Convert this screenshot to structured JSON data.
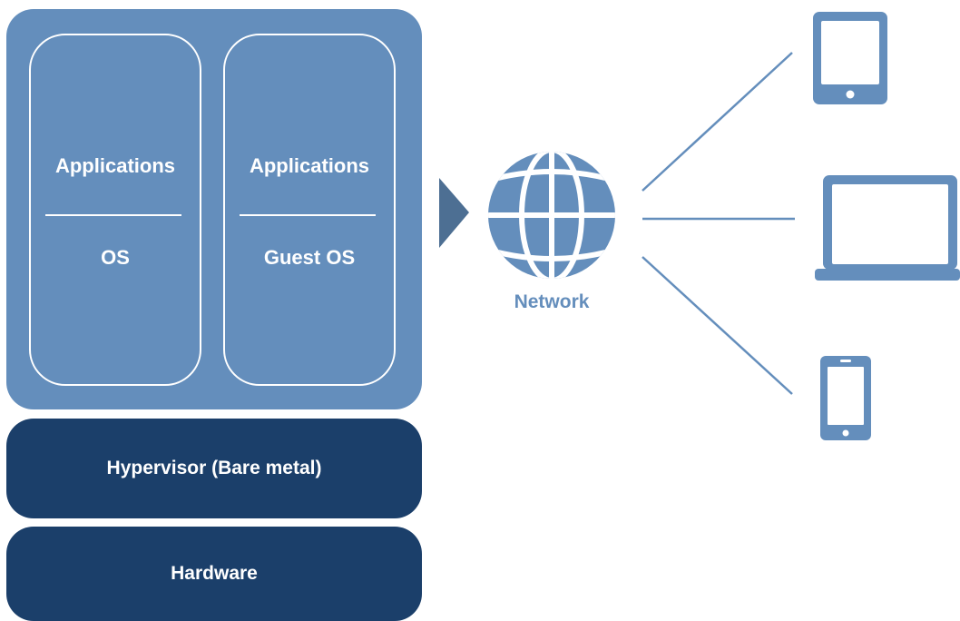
{
  "colors": {
    "light_blue": "#648ebc",
    "dark_blue": "#1b3f6a",
    "white": "#ffffff"
  },
  "vms": [
    {
      "app_label": "Applications",
      "os_label": "OS"
    },
    {
      "app_label": "Applications",
      "os_label": "Guest OS"
    }
  ],
  "hypervisor_label": "Hypervisor (Bare metal)",
  "hardware_label": "Hardware",
  "network_label": "Network",
  "icons": {
    "globe": "globe-icon",
    "tablet": "tablet-icon",
    "laptop": "laptop-icon",
    "phone": "smartphone-icon"
  }
}
